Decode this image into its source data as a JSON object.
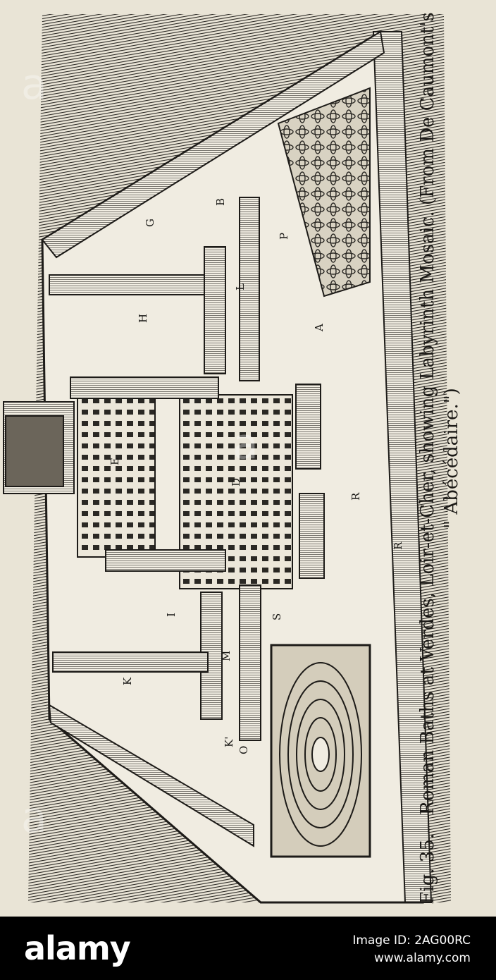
{
  "caption": {
    "line1": "Fig. 35.—Roman Baths at Verdes, Loir-et-Cher, showing Labyrinth Mosaic. (From De Caumont's",
    "line2": "\" Abécédaire.\")"
  },
  "plan_labels": {
    "B": "B",
    "G": "G",
    "H": "H",
    "L": "L",
    "P": "P",
    "A": "A",
    "E": "E",
    "D": "D",
    "R": "R",
    "I": "I",
    "M": "M",
    "S": "S",
    "K": "K",
    "K_prime": "K'",
    "O": "O"
  },
  "footer": {
    "logo": "alamy",
    "image_id": "Image ID: 2AG00RC",
    "site": "www.alamy.com"
  }
}
